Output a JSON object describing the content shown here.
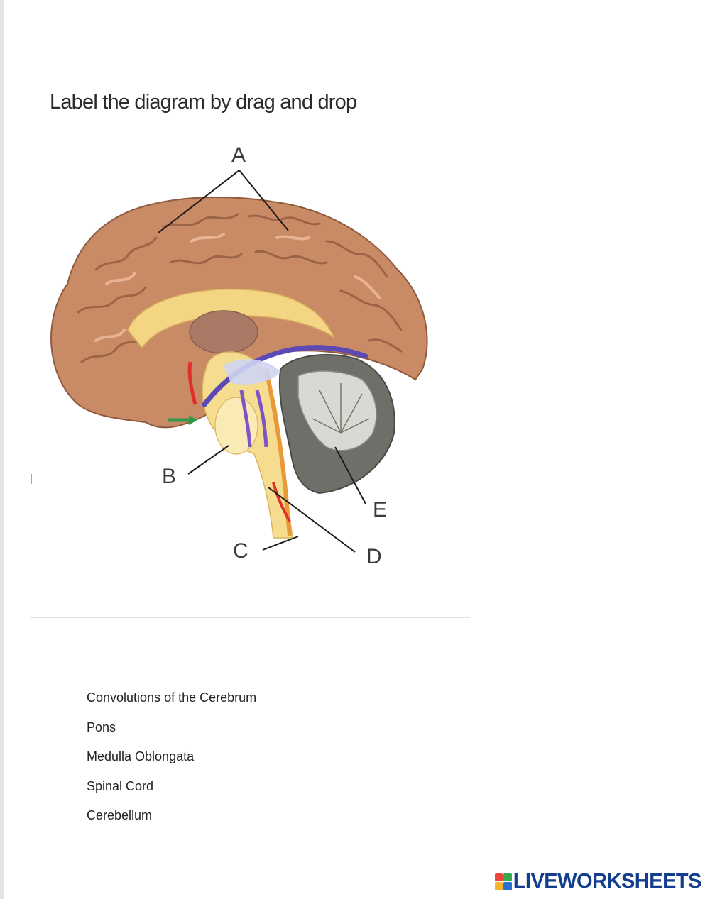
{
  "worksheet": {
    "title": "Label the diagram by drag and drop"
  },
  "diagram": {
    "markers": {
      "a": "A",
      "b": "B",
      "c": "C",
      "d": "D",
      "e": "E"
    }
  },
  "word_bank": {
    "items": [
      "Convolutions of the Cerebrum",
      "Pons",
      "Medulla Oblongata",
      "Spinal Cord",
      "Cerebellum"
    ]
  },
  "brand": {
    "name": "LIVEWORKSHEETS"
  },
  "colors": {
    "cerebrum": "#c98a66",
    "cerebellum": "#6f6f69",
    "brainstem": "#f6dc8e",
    "brand": "#133e8f"
  }
}
